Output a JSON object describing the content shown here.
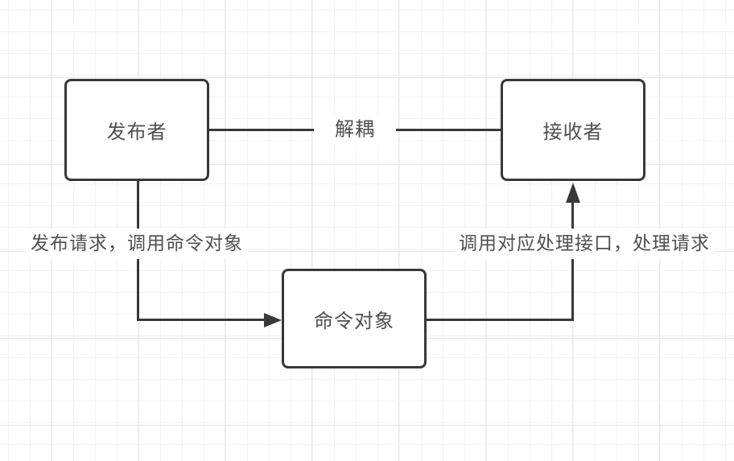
{
  "diagram": {
    "nodes": {
      "publisher": {
        "label": "发布者"
      },
      "receiver": {
        "label": "接收者"
      },
      "command": {
        "label": "命令对象"
      }
    },
    "edges": {
      "decouple": {
        "label": "解耦",
        "from": "发布者",
        "to": "接收者"
      },
      "publish": {
        "label": "发布请求，调用命令对象",
        "from": "发布者",
        "to": "命令对象"
      },
      "invoke": {
        "label": "调用对应处理接口，处理请求",
        "from": "命令对象",
        "to": "接收者"
      }
    },
    "colors": {
      "stroke": "#383838",
      "text": "#4f4f4f",
      "node_fill": "#ffffff",
      "grid_minor": "#f3f3f5",
      "grid_major": "#e7e7ea",
      "background": "#ffffff"
    }
  }
}
